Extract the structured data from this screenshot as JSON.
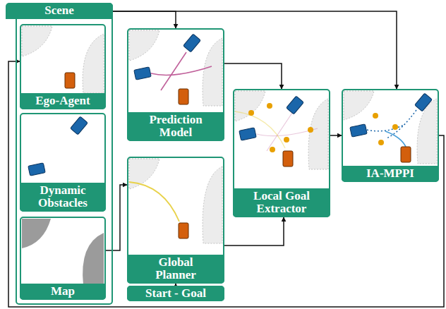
{
  "diagram": {
    "nodes": [
      {
        "text": [
          "Scene"
        ]
      },
      {
        "text": [
          "Ego-Agent"
        ],
        "in": 0
      },
      {
        "text": [
          "Dynamic Obstacles"
        ],
        "in": 0
      },
      {
        "text": [
          "Map"
        ],
        "in": 0
      },
      {
        "text": [
          "Prediction Model"
        ]
      },
      {
        "text": [
          "Global Planner"
        ]
      },
      {
        "text": [
          "Start - Goal"
        ]
      },
      {
        "text": [
          "Local Goal Extractor"
        ]
      },
      {
        "text": [
          "IA-MPPI"
        ]
      }
    ],
    "edges": [
      {
        "from": 0,
        "to": 4,
        "arrow": "to"
      },
      {
        "from": 0,
        "to": 8,
        "arrow": "to"
      },
      {
        "from": 3,
        "to": 5,
        "arrow": "to"
      },
      {
        "from": 6,
        "to": 5,
        "arrow": "to"
      },
      {
        "from": 4,
        "to": 7,
        "arrow": "to"
      },
      {
        "from": 5,
        "to": 7,
        "arrow": "to"
      },
      {
        "from": 7,
        "to": 8,
        "arrow": "to"
      },
      {
        "from": 8,
        "to": 1,
        "arrow": "to"
      }
    ]
  }
}
